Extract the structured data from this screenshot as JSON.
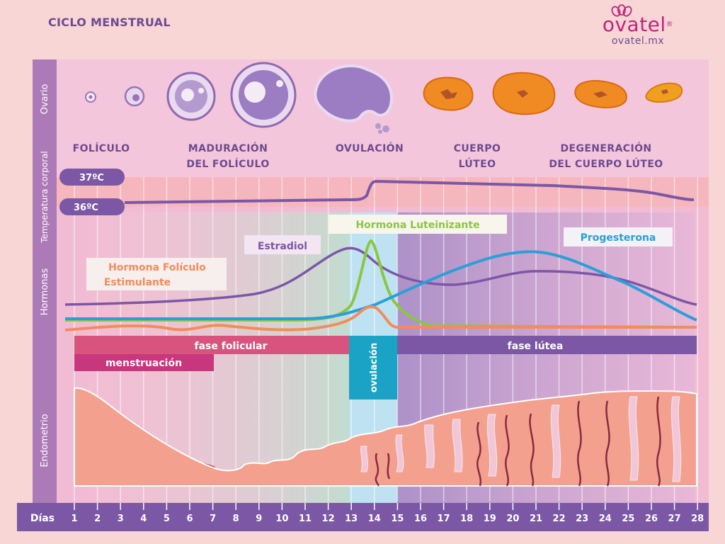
{
  "header": {
    "title": "CICLO MENSTRUAL",
    "brand": "ovatel",
    "brand_mark": "®",
    "url": "ovatel.mx"
  },
  "row_labels": {
    "ovary": "Ovario",
    "temperature": "Temperatura corporal",
    "hormones": "Hormonas",
    "endometrium": "Endometrio"
  },
  "stages": [
    {
      "line1": "FOLÍCULO",
      "line2": ""
    },
    {
      "line1": "MADURACIÓN",
      "line2": "DEL FOLÍCULO"
    },
    {
      "line1": "OVULACIÓN",
      "line2": ""
    },
    {
      "line1": "CUERPO",
      "line2": "LÚTEO"
    },
    {
      "line1": "DEGENERACIÓN",
      "line2": "DEL CUERPO LÚTEO"
    }
  ],
  "temperature": {
    "high": "37ºC",
    "low": "36ºC"
  },
  "hormones": {
    "estradiol": "Estradiol",
    "lh": "Hormona Luteinizante",
    "progesterone": "Progesterona",
    "fsh_line1": "Hormona Folículo",
    "fsh_line2": "Estimulante"
  },
  "phases": {
    "follicular": "fase folicular",
    "menstruation": "menstruación",
    "ovulation": "ovulación",
    "luteal": "fase lútea"
  },
  "days_label": "Días",
  "days": [
    "1",
    "2",
    "3",
    "4",
    "5",
    "6",
    "7",
    "8",
    "9",
    "10",
    "11",
    "12",
    "13",
    "14",
    "15",
    "16",
    "17",
    "18",
    "19",
    "20",
    "21",
    "22",
    "23",
    "24",
    "25",
    "26",
    "27",
    "28"
  ],
  "colors": {
    "purple": "#7b57a6",
    "blue": "#2a9fd8",
    "green": "#8cc63f",
    "orange": "#f28c5b",
    "pink": "#c8367b",
    "teal": "#1aa3c4",
    "lilac": "#e8b4dc",
    "salmon": "#f3a18e"
  }
}
